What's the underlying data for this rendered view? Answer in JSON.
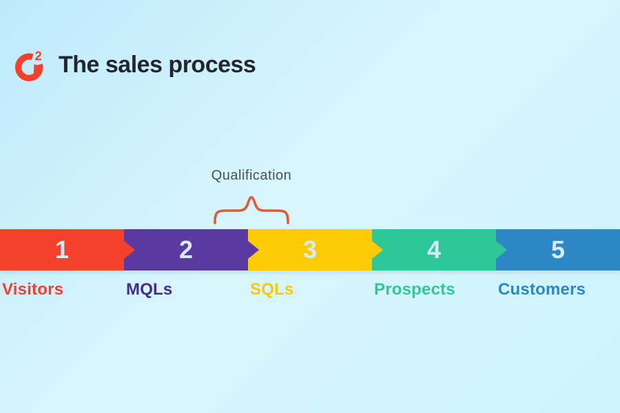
{
  "header": {
    "logo": {
      "name": "G2",
      "superscript": "2",
      "color": "#F4412B"
    },
    "title": "The sales process",
    "title_color": "#23262E"
  },
  "annotation": {
    "label": "Qualification",
    "label_color": "#4C4F58",
    "brace_color": "#DD5A3A"
  },
  "funnel": {
    "number_color": "#D3ECF7",
    "stages": [
      {
        "number": "1",
        "label": "Visitors",
        "color": "#F4412B",
        "label_color": "#EF4136"
      },
      {
        "number": "2",
        "label": "MQLs",
        "color": "#5A39A0",
        "label_color": "#452D8E"
      },
      {
        "number": "3",
        "label": "SQLs",
        "color": "#FCCB05",
        "label_color": "#F8C908"
      },
      {
        "number": "4",
        "label": "Prospects",
        "color": "#2EC796",
        "label_color": "#2EC796"
      },
      {
        "number": "5",
        "label": "Customers",
        "color": "#2D87C4",
        "label_color": "#2D87C4"
      }
    ]
  }
}
